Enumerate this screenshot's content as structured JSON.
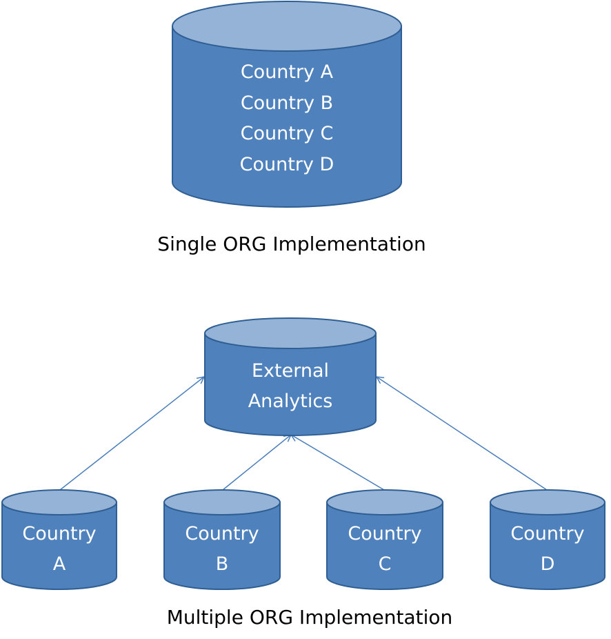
{
  "colors": {
    "body_fill": "#4F81BD",
    "top_fill": "#95B3D7",
    "outline": "#2F5E92",
    "arrow": "#4A7EBB",
    "text_on_shape": "#FFFFFF",
    "caption": "#000000"
  },
  "single_org": {
    "cylinder": {
      "lines": [
        "Country A",
        "Country B",
        "Country C",
        "Country D"
      ]
    },
    "caption": "Single ORG Implementation"
  },
  "multiple_org": {
    "hub": {
      "lines": [
        "External",
        "Analytics"
      ]
    },
    "countries": [
      {
        "id": "a",
        "lines": [
          "Country",
          "A"
        ]
      },
      {
        "id": "b",
        "lines": [
          "Country",
          "B"
        ]
      },
      {
        "id": "c",
        "lines": [
          "Country",
          "C"
        ]
      },
      {
        "id": "d",
        "lines": [
          "Country",
          "D"
        ]
      }
    ],
    "edges": [
      {
        "from": "a",
        "to": "hub"
      },
      {
        "from": "b",
        "to": "hub"
      },
      {
        "from": "c",
        "to": "hub"
      },
      {
        "from": "d",
        "to": "hub"
      }
    ],
    "caption": "Multiple ORG Implementation"
  }
}
